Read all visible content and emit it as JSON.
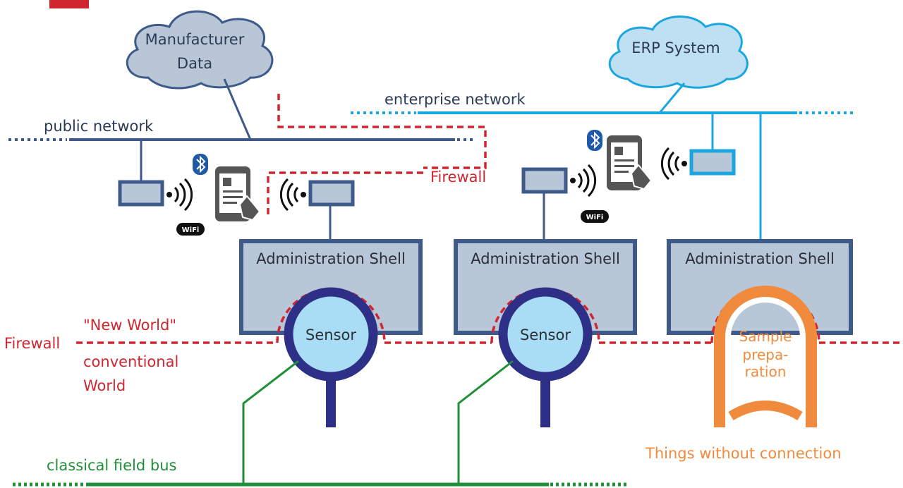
{
  "clouds": {
    "manufacturer": [
      "Manufacturer",
      "Data"
    ],
    "erp": "ERP System"
  },
  "networks": {
    "public": "public network",
    "enterprise": "enterprise network",
    "field_bus": "classical field bus"
  },
  "firewall": {
    "upper": "Firewall",
    "left": "Firewall",
    "new_world": "\"New World\"",
    "conventional": [
      "conventional",
      "World"
    ]
  },
  "shells": [
    {
      "title": "Administration Shell",
      "inner": [
        "Sensor"
      ]
    },
    {
      "title": "Administration Shell",
      "inner": [
        "Sensor"
      ]
    },
    {
      "title": "Administration Shell",
      "inner": [
        "Sample",
        "prepa-",
        "ration"
      ]
    }
  ],
  "things_without_connection": "Things without connection",
  "badges": {
    "wifi": "WiFi"
  },
  "colors": {
    "dark_network": "#3d5a8a",
    "light_network": "#1ba6e0",
    "firewall": "#d0262f",
    "field_bus": "#1f8f3a",
    "sensor_ring": "#2e2f86",
    "sensor_fill": "#a9dcf5",
    "shell_fill": "#b8c7d8",
    "shell_border": "#3d5a8a",
    "orange": "#f08a3c"
  }
}
